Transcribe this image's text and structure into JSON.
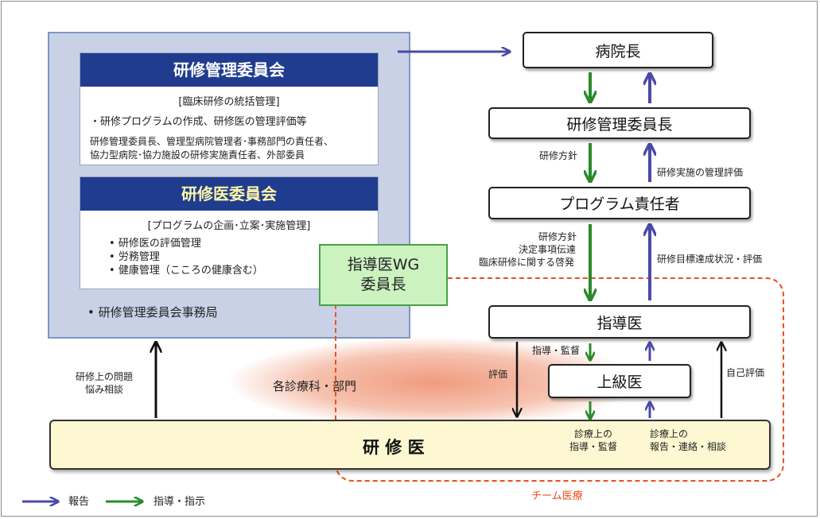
{
  "committee": {
    "title": "研修管理委員会",
    "role": "[臨床研修の統括管理]",
    "item1": "・研修プログラムの作成、研修医の管理評価等",
    "members_line1": "研修管理委員長、管理型病院管理者･事務部門の責任者、",
    "members_line2": "協力型病院･協力施設の研修実施責任者、外部委員"
  },
  "resident_committee": {
    "title": "研修医委員会",
    "role": "[プログラムの企画･立案･実施管理]",
    "items": [
      "研修医の評価管理",
      "労務管理",
      "健康管理（こころの健康含む）"
    ]
  },
  "office": "•  研修管理委員会事務局",
  "wg": {
    "line1": "指導医WG",
    "line2": "委員長"
  },
  "boxes": {
    "director": "病院長",
    "chair": "研修管理委員長",
    "program": "プログラム責任者",
    "supervisor": "指導医",
    "senior": "上級医",
    "resident": "研 修 医"
  },
  "labels": {
    "policy1": "研修方針",
    "eval_mgmt": "研修実施の管理評価",
    "policy2_l1": "研修方針",
    "policy2_l2": "決定事項伝達",
    "policy2_l3": "臨床研修に関する啓発",
    "goal_eval": "研修目標達成状況・評価",
    "guide_supervise": "指導・監督",
    "evaluation": "評価",
    "self_eval": "自己評価",
    "clinical_guide_l1": "診療上の",
    "clinical_guide_l2": "指導・監督",
    "clinical_report_l1": "診療上の",
    "clinical_report_l2": "報告・連絡・相談",
    "consult_l1": "研修上の問題",
    "consult_l2": "悩み相談",
    "departments": "各診療科・部門",
    "team": "チーム医療"
  },
  "legend": {
    "report": "報告",
    "guidance": "指導・指示"
  },
  "colors": {
    "report_arrow": "#4a49a8",
    "guidance_arrow": "#2a8a2a",
    "team_border": "#ef4d1f",
    "header_blue": "#1f3c8f"
  }
}
